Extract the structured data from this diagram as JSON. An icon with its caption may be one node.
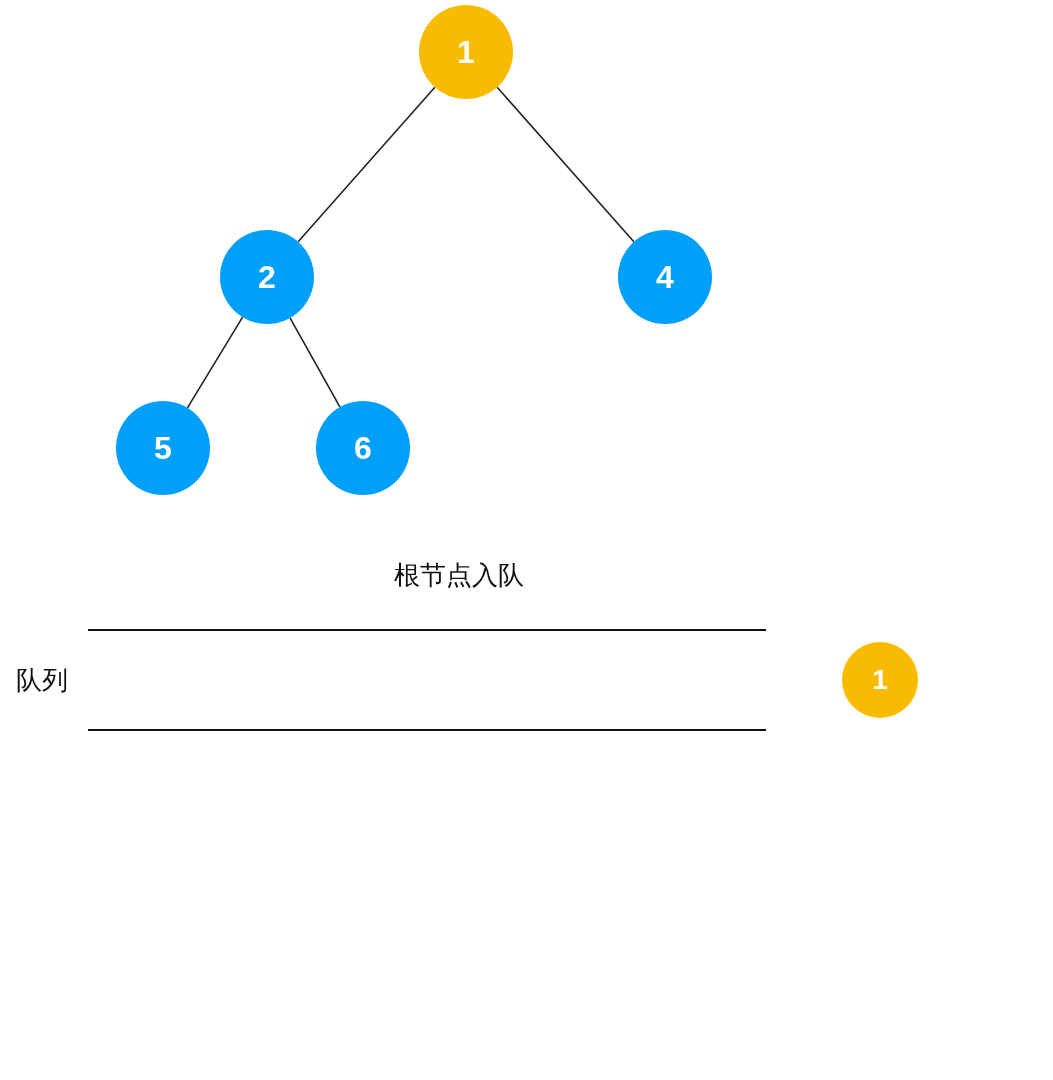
{
  "diagram": {
    "caption": "根节点入队",
    "nodes": [
      {
        "text": [
          "1"
        ]
      },
      {
        "text": [
          "2"
        ]
      },
      {
        "text": [
          "4"
        ]
      },
      {
        "text": [
          "5"
        ]
      },
      {
        "text": [
          "6"
        ]
      },
      {
        "text": [
          "队列"
        ]
      },
      {
        "text": [
          "1"
        ]
      }
    ],
    "edges": [
      {
        "from": 0,
        "to": 1,
        "arrow": "none"
      },
      {
        "from": 0,
        "to": 2,
        "arrow": "none"
      },
      {
        "from": 1,
        "to": 3,
        "arrow": "none"
      },
      {
        "from": 1,
        "to": 4,
        "arrow": "none"
      }
    ]
  }
}
